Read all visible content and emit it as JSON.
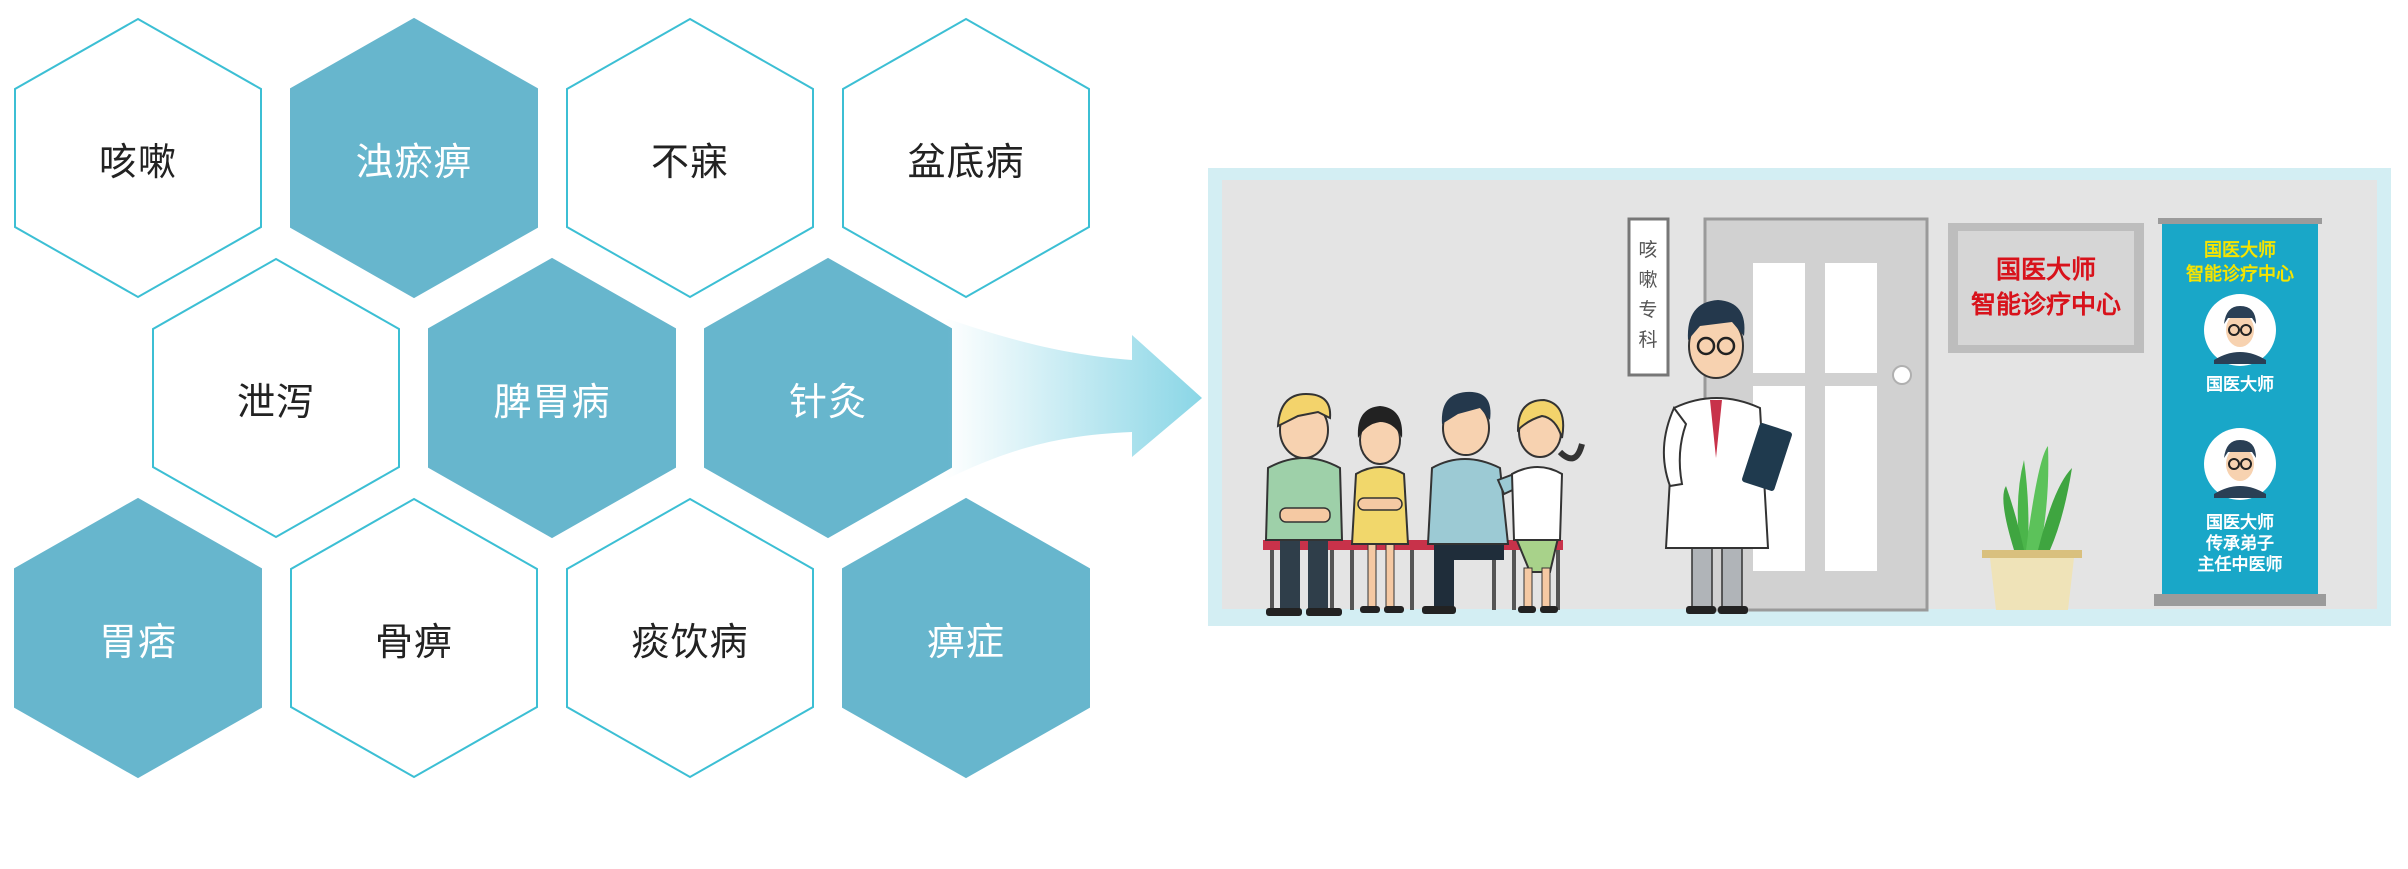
{
  "colors": {
    "hex_fill": "#67b6cd",
    "hex_stroke": "#3cbfd4",
    "arrow_color": "#8ad6e6",
    "frame_color": "#d3eef3",
    "wall_color": "#e4e4e4",
    "plaque_text": "#d8121b",
    "banner_bg": "#19a7c8",
    "banner_title": "#f6e400"
  },
  "hexagons": [
    {
      "label": "咳嗽",
      "style": "white"
    },
    {
      "label": "浊瘀痹",
      "style": "filled"
    },
    {
      "label": "不寐",
      "style": "white"
    },
    {
      "label": "盆底病",
      "style": "white"
    },
    {
      "label": "泄泻",
      "style": "white"
    },
    {
      "label": "脾胃病",
      "style": "filled"
    },
    {
      "label": "针灸",
      "style": "filled"
    },
    {
      "label": "胃痞",
      "style": "filled"
    },
    {
      "label": "骨痹",
      "style": "white"
    },
    {
      "label": "痰饮病",
      "style": "white"
    },
    {
      "label": "痹症",
      "style": "filled"
    }
  ],
  "scene": {
    "door_sign": [
      "咳",
      "嗽",
      "专",
      "科"
    ],
    "plaque": [
      "国医大师",
      "智能诊疗中心"
    ],
    "banner": {
      "title": [
        "国医大师",
        "智能诊疗中心"
      ],
      "caption_1": "国医大师",
      "caption_2": [
        "国医大师",
        "传承弟子",
        "主任中医师"
      ]
    }
  }
}
